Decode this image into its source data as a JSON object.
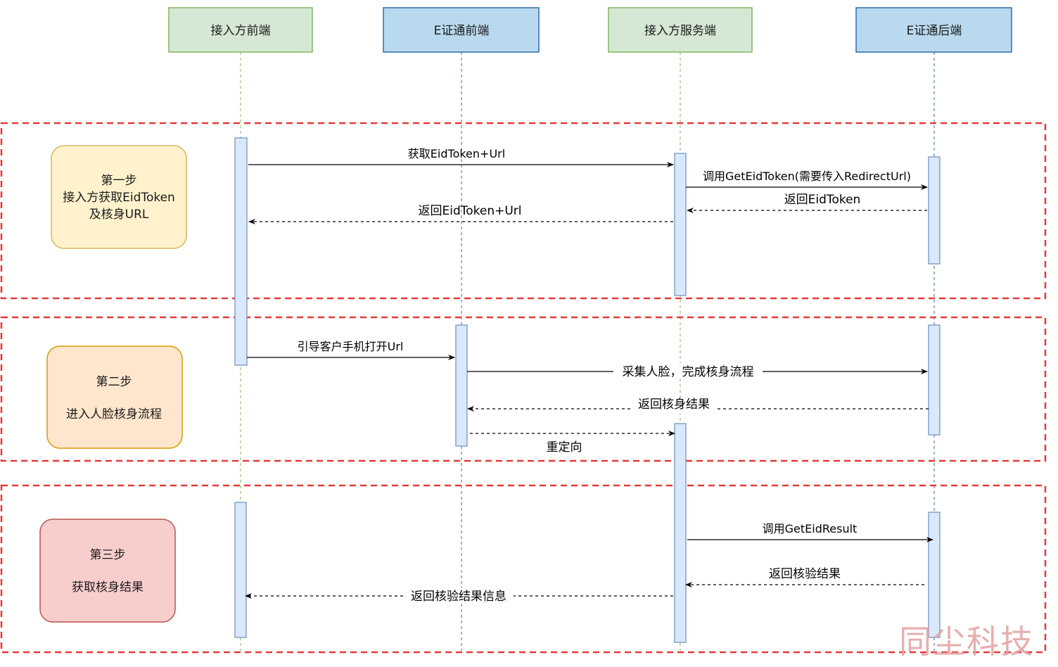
{
  "participants": [
    "接入方前端",
    "E证通前端",
    "接入方服务端",
    "E证通后端"
  ],
  "steps": [
    {
      "lines": [
        "第一步",
        "接入方获取EidToken",
        "及核身URL"
      ],
      "fill": "#fff2cc",
      "stroke": "#d6b656"
    },
    {
      "lines": [
        "第二步",
        "",
        "进入人脸核身流程"
      ],
      "fill": "#ffe6cc",
      "stroke": "#d79b00"
    },
    {
      "lines": [
        "第三步",
        "",
        "获取核身结果"
      ],
      "fill": "#f8cecc",
      "stroke": "#b85450"
    }
  ],
  "messages": [
    {
      "from": "接入方前端",
      "to": "接入方服务端",
      "label": "获取EidToken+Url",
      "style": "solid"
    },
    {
      "from": "接入方服务端",
      "to": "E证通后端",
      "label": "调用GetEidToken(需要传入RedirectUrl)",
      "style": "solid"
    },
    {
      "from": "E证通后端",
      "to": "接入方服务端",
      "label": "返回EidToken",
      "style": "dashed"
    },
    {
      "from": "接入方服务端",
      "to": "接入方前端",
      "label": "返回EidToken+Url",
      "style": "dashed"
    },
    {
      "from": "接入方前端",
      "to": "E证通前端",
      "label": "引导客户手机打开Url",
      "style": "solid"
    },
    {
      "from": "E证通前端",
      "to": "E证通后端",
      "label": "采集人脸，完成核身流程",
      "style": "solid"
    },
    {
      "from": "E证通后端",
      "to": "E证通前端",
      "label": "返回核身结果",
      "style": "dashed"
    },
    {
      "from": "E证通前端",
      "to": "接入方服务端",
      "label": "重定向",
      "style": "dashed"
    },
    {
      "from": "接入方服务端",
      "to": "E证通后端",
      "label": "调用GetEidResult",
      "style": "solid"
    },
    {
      "from": "E证通后端",
      "to": "接入方服务端",
      "label": "返回核验结果",
      "style": "dashed"
    },
    {
      "from": "接入方服务端",
      "to": "接入方前端",
      "label": "返回核验结果信息",
      "style": "dashed"
    }
  ],
  "colors": {
    "green_header_fill": "#d5e8d4",
    "green_header_stroke": "#82b366",
    "blue_header_fill": "#b9d9ee",
    "blue_header_stroke": "#2f6ea5",
    "activation_fill": "#dae8fc",
    "activation_stroke": "#6c8ebf",
    "frame": "#e83838"
  },
  "watermark": "同尘科技"
}
